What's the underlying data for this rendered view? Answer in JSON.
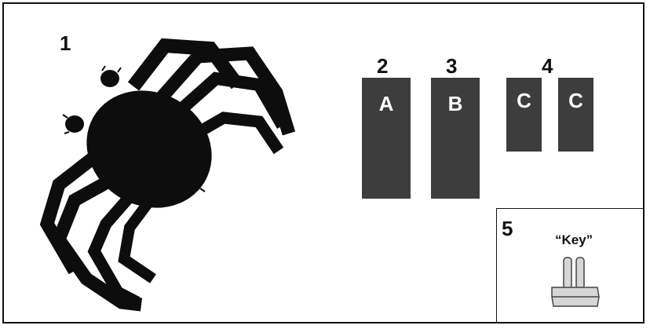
{
  "panels": {
    "spider_number": "1",
    "block_a_number": "2",
    "block_b_number": "3",
    "blocks_c_number": "4",
    "key_number": "5"
  },
  "blocks": {
    "a_label": "A",
    "b_label": "B",
    "c1_label": "C",
    "c2_label": "C"
  },
  "key": {
    "label": "“Key”"
  },
  "colors": {
    "silhouette": "#0d0d0d",
    "block_fill": "#3d3d3d",
    "key_fill": "#d6d6d6"
  }
}
